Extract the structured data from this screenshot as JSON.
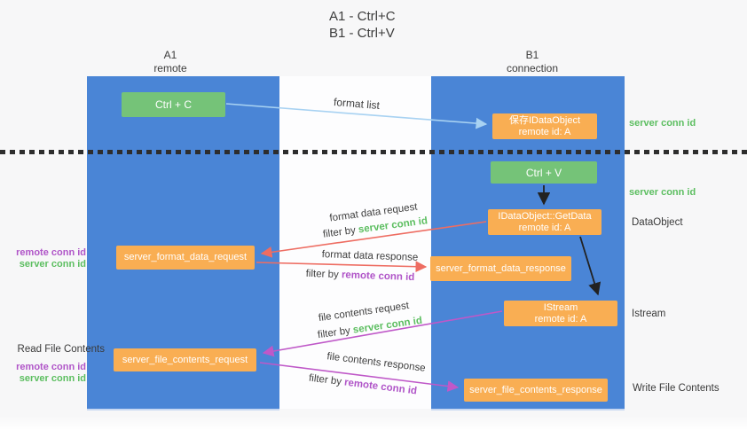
{
  "title": {
    "line1": "A1 - Ctrl+C",
    "line2": "B1 - Ctrl+V"
  },
  "lifelines": {
    "left": {
      "title": "A1",
      "subtitle": "remote"
    },
    "right": {
      "title": "B1",
      "subtitle": "connection"
    }
  },
  "boxes": {
    "ctrl_c": {
      "label": "Ctrl + C"
    },
    "ctrl_v": {
      "label": "Ctrl + V"
    },
    "save_dataobject": {
      "line1": "保存IDataObject",
      "line2": "remote id: A"
    },
    "getdata": {
      "line1": "IDataObject::GetData",
      "line2": "remote id: A"
    },
    "istream": {
      "line1": "IStream",
      "line2": "remote id: A"
    },
    "format_request": {
      "label": "server_format_data_request"
    },
    "format_response": {
      "label": "server_format_data_response"
    },
    "file_request": {
      "label": "server_file_contents_request"
    },
    "file_response": {
      "label": "server_file_contents_response"
    }
  },
  "left_labels": {
    "format_remote_conn": "remote conn id",
    "format_server_conn": "server conn id",
    "read_file": "Read File Contents",
    "file_remote_conn": "remote conn id",
    "file_server_conn": "server conn id"
  },
  "right_labels": {
    "server_conn_top": "server conn id",
    "server_conn_mid": "server conn id",
    "dataobject": "DataObject",
    "istream": "Istream",
    "write_file": "Write File Contents"
  },
  "arrow_labels": {
    "format_list": "format list",
    "format_data_request": "format data request",
    "format_data_response": "format data response",
    "file_contents_request": "file contents request",
    "file_contents_response": "file contents response",
    "filter_by": "filter by ",
    "server_conn_id": "server conn id",
    "remote_conn_id": "remote conn id"
  },
  "colors": {
    "column_blue": "#4a85d6",
    "box_green": "#75c378",
    "box_orange": "#f9ae53",
    "label_green": "#5cbe60",
    "label_purple": "#b055c8",
    "arrow_salmon": "#ee6d62",
    "arrow_purple": "#bf58c8",
    "arrow_lightblue": "#a8d2f2",
    "arrow_black": "#222222",
    "text_dark": "#3a3a3a"
  }
}
